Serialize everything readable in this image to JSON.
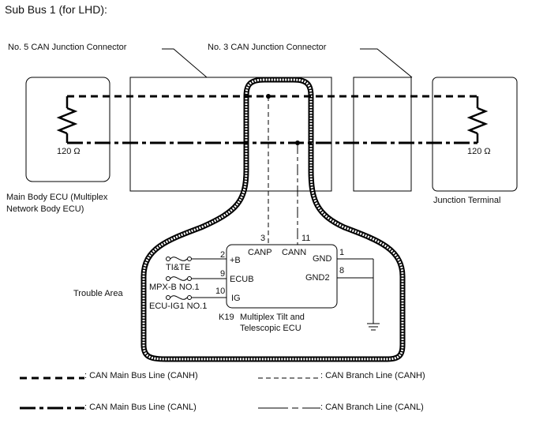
{
  "title": "Sub Bus 1 (for LHD):",
  "callouts": {
    "no5": "No. 5 CAN Junction Connector",
    "no3": "No. 3 CAN Junction Connector"
  },
  "resistors": {
    "left": "120 Ω",
    "right": "120 Ω"
  },
  "main_body_ecu": {
    "line1": "Main Body ECU (Multiplex",
    "line2": "Network Body ECU)"
  },
  "junction_terminal": "Junction Terminal",
  "trouble_area": "Trouble Area",
  "ecu": {
    "connector": "K19",
    "name_line1": "Multiplex Tilt and",
    "name_line2": "Telescopic ECU",
    "pins": {
      "canp_num": "3",
      "cann_num": "11",
      "canp": "CANP",
      "cann": "CANN",
      "b_num": "2",
      "b": "+B",
      "ecub_num": "9",
      "ecub": "ECUB",
      "ig_num": "10",
      "ig": "IG",
      "gnd_num": "1",
      "gnd": "GND",
      "gnd2_num": "8",
      "gnd2": "GND2"
    }
  },
  "fuses": {
    "tite": "TI&TE",
    "mpxb": "MPX-B NO.1",
    "ecuig1": "ECU-IG1 NO.1"
  },
  "legend": {
    "canh_main": ": CAN Main Bus Line (CANH)",
    "canl_main": ": CAN Main Bus Line (CANL)",
    "canh_branch": ": CAN Branch Line (CANH)",
    "canl_branch": ": CAN Branch Line (CANL)"
  }
}
